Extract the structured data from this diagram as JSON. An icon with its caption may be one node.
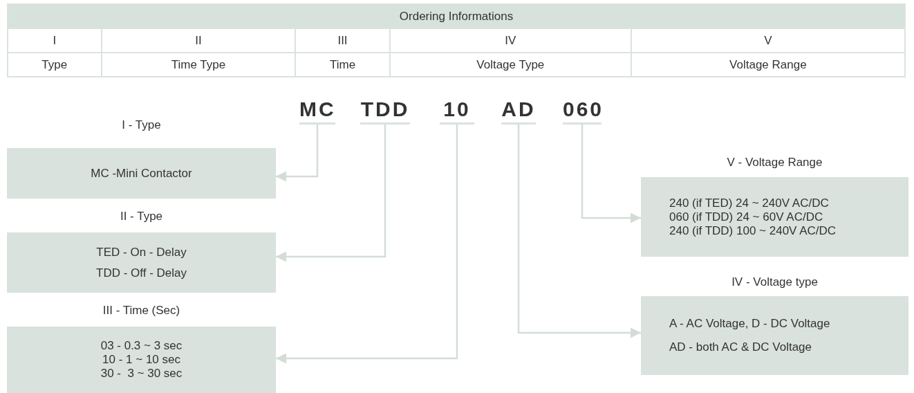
{
  "diagram": {
    "nodes": [
      {
        "text": [
          "MC"
        ]
      },
      {
        "text": [
          "TDD"
        ]
      },
      {
        "text": [
          "10"
        ]
      },
      {
        "text": [
          "AD"
        ]
      },
      {
        "text": [
          "060"
        ]
      },
      {
        "text": [
          "I - Type",
          "MC -Mini Contactor"
        ]
      },
      {
        "text": [
          "V - Voltage Range",
          "240 (if TED) 24 ~ 240V AC/DC",
          "060 (if TDD) 24 ~ 60V AC/DC",
          "240 (if TDD) 100 ~ 240V AC/DC"
        ]
      },
      {
        "text": [
          "II - Type",
          "TED - On - Delay",
          "TDD - Off - Delay"
        ]
      },
      {
        "text": [
          "IV - Voltage type",
          "A - AC Voltage, D - DC Voltage",
          "AD - both AC & DC Voltage"
        ]
      },
      {
        "text": [
          "III - Time (Sec)",
          "03 - 0.3 ~ 3 sec",
          "10 - 1 ~ 10 sec",
          "30 -  3 ~ 30 sec"
        ]
      }
    ],
    "edges": [
      {
        "from": 0,
        "to": 5,
        "arrow": "to"
      },
      {
        "from": 1,
        "to": 7,
        "arrow": "to"
      },
      {
        "from": 2,
        "to": 9,
        "arrow": "to"
      },
      {
        "from": 3,
        "to": 8,
        "arrow": "to"
      },
      {
        "from": 4,
        "to": 6,
        "arrow": "to"
      }
    ],
    "labels": [
      "Ordering Informations",
      "I",
      "II",
      "III",
      "IV",
      "V",
      "Type",
      "Time Type",
      "Time",
      "Voltage Type",
      "Voltage Range"
    ]
  }
}
